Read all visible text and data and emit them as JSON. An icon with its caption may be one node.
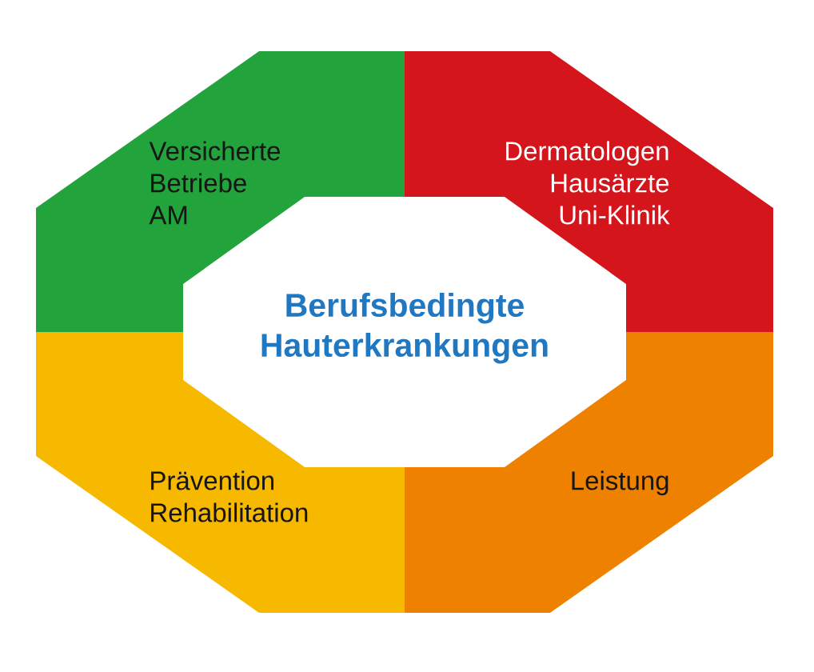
{
  "diagram": {
    "nodes": [
      {
        "text": [
          "Versicherte",
          "Betriebe",
          "AM"
        ]
      },
      {
        "text": [
          "Dermatologen",
          "Hausärzte",
          "Uni-Klinik"
        ]
      },
      {
        "text": [
          "Berufsbedingte Hauterkrankungen"
        ]
      },
      {
        "text": [
          "Prävention",
          "Rehabilitation"
        ]
      },
      {
        "text": [
          "Leistung"
        ]
      }
    ]
  }
}
